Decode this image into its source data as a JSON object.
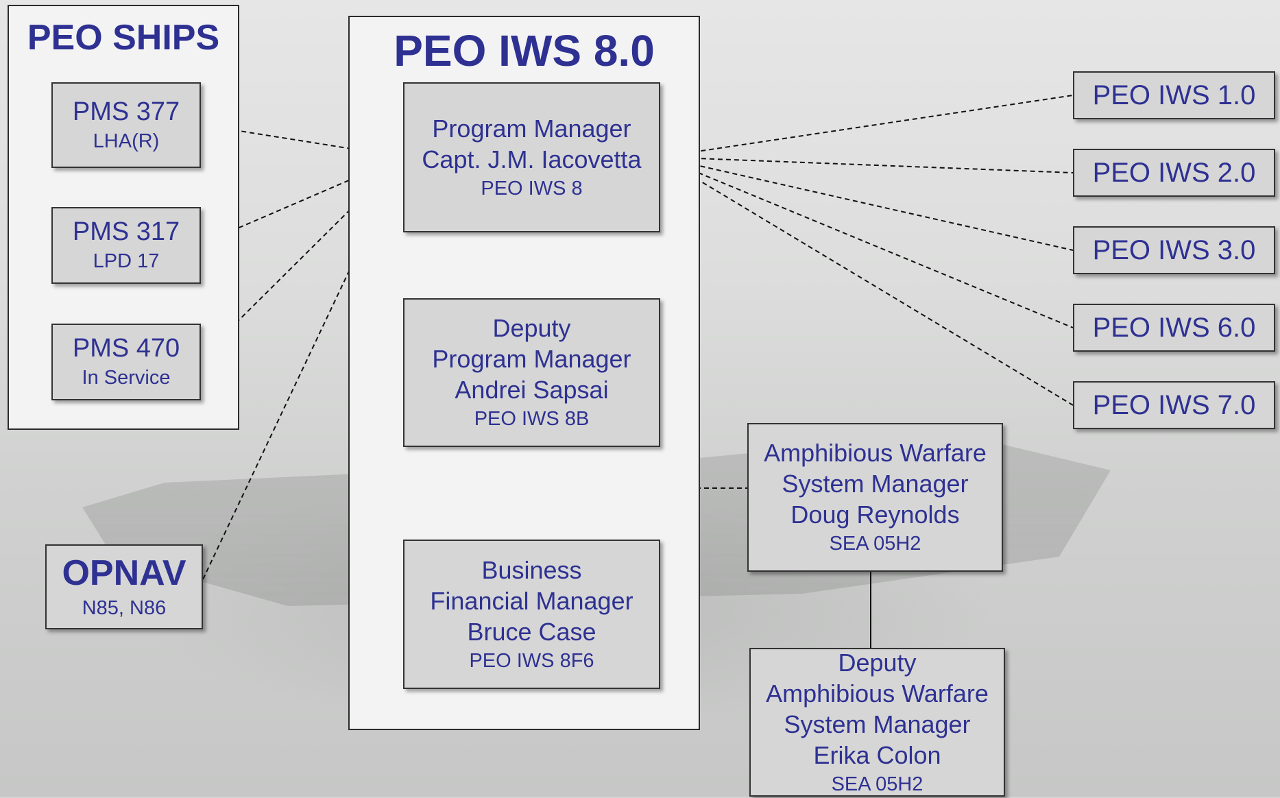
{
  "peo_ships": {
    "title": "PEO SHIPS",
    "items": [
      {
        "name": "PMS 377",
        "sub": "LHA(R)"
      },
      {
        "name": "PMS 317",
        "sub": "LPD 17"
      },
      {
        "name": "PMS 470",
        "sub": "In Service"
      }
    ]
  },
  "opnav": {
    "title": "OPNAV",
    "sub": "N85, N86"
  },
  "peo_iws8": {
    "title": "PEO IWS 8.0",
    "program_manager": {
      "line1": "Program Manager",
      "line2": "Capt. J.M. Iacovetta",
      "code": "PEO IWS 8"
    },
    "deputy": {
      "line1": "Deputy",
      "line2": "Program Manager",
      "line3": "Andrei Sapsai",
      "code": "PEO IWS 8B"
    },
    "business": {
      "line1": "Business",
      "line2": "Financial Manager",
      "line3": "Bruce Case",
      "code": "PEO IWS 8F6"
    }
  },
  "iws_programs": [
    "PEO IWS 1.0",
    "PEO IWS 2.0",
    "PEO IWS 3.0",
    "PEO IWS 6.0",
    "PEO IWS 7.0"
  ],
  "amphibious": {
    "line1": "Amphibious Warfare",
    "line2": "System Manager",
    "line3": "Doug Reynolds",
    "code": "SEA 05H2"
  },
  "deputy_amphibious": {
    "line1": "Deputy",
    "line2": "Amphibious Warfare",
    "line3": "System Manager",
    "line4": "Erika Colon",
    "code": "SEA 05H2"
  },
  "colors": {
    "text": "#2e3192",
    "box": "#d6d6d6",
    "panel": "#f3f3f3"
  }
}
